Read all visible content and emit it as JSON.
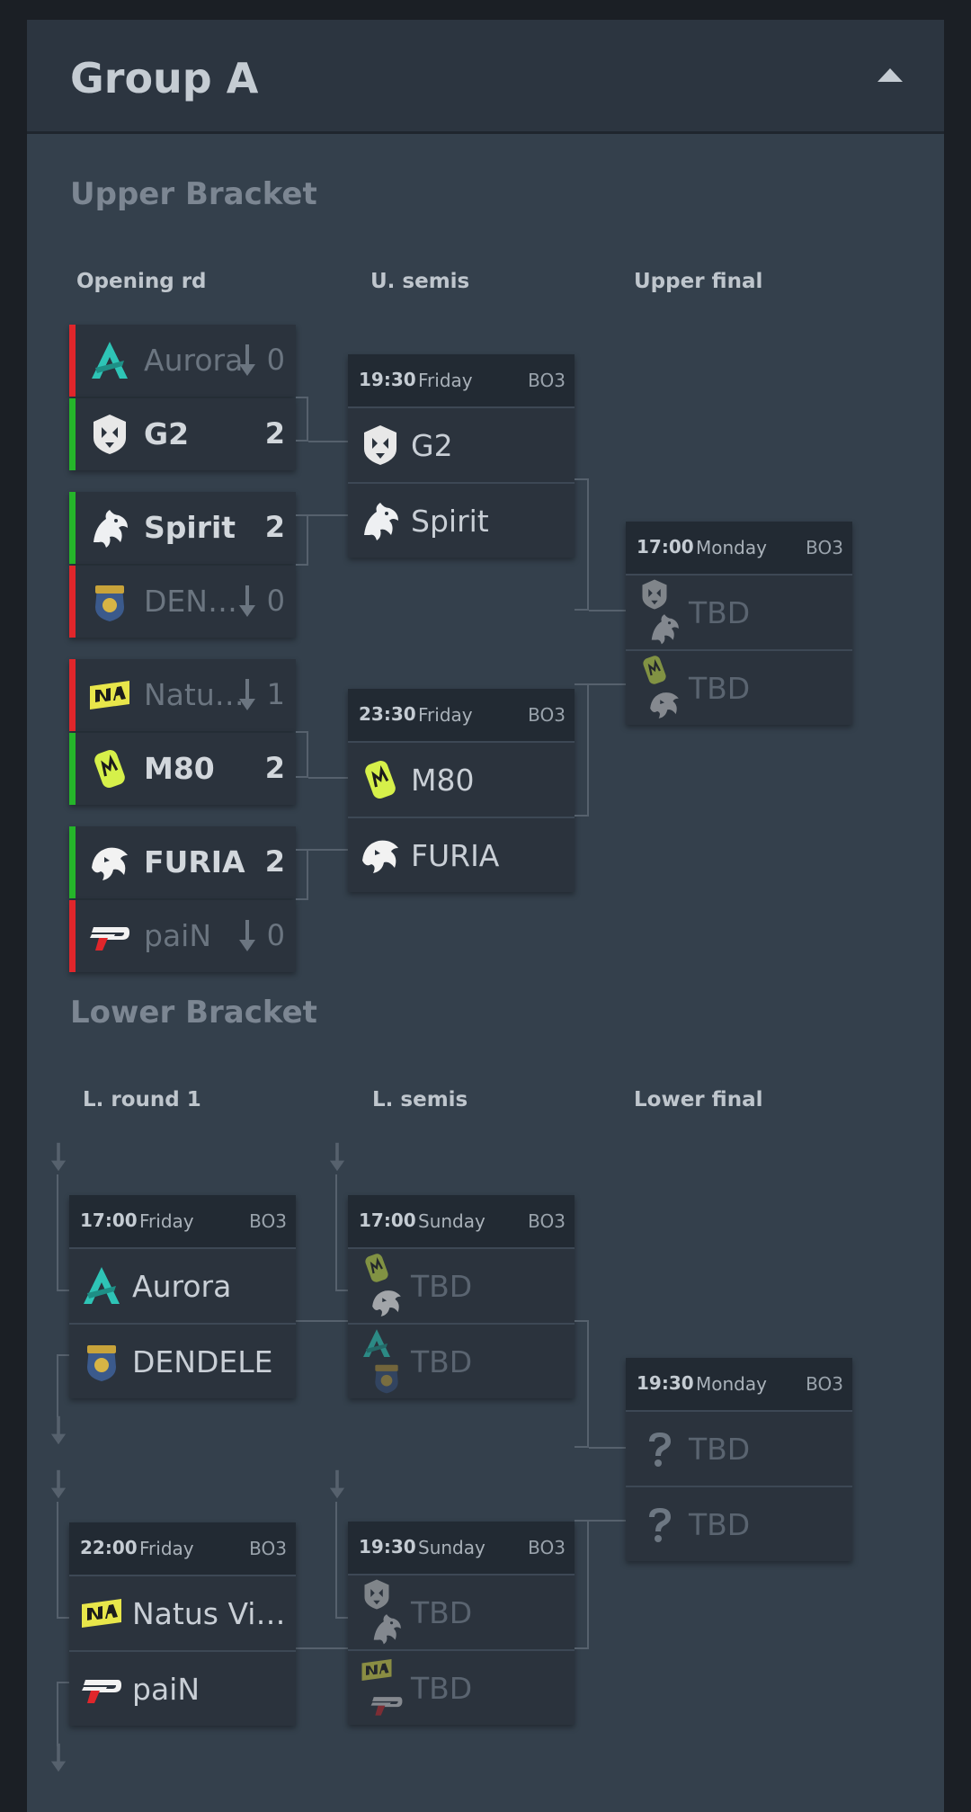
{
  "group": {
    "title": "Group A"
  },
  "upper": {
    "title": "Upper Bracket",
    "rounds": [
      "Opening rd",
      "U. semis",
      "Upper final"
    ],
    "opening": [
      {
        "name": "Aurora",
        "score": "0",
        "result": "lose",
        "logo": "aurora-logo"
      },
      {
        "name": "G2",
        "score": "2",
        "result": "win",
        "logo": "g2-logo"
      },
      {
        "name": "Spirit",
        "score": "2",
        "result": "win",
        "logo": "spirit-logo"
      },
      {
        "name": "DEN…",
        "score": "0",
        "result": "lose",
        "logo": "dendele-logo"
      },
      {
        "name": "Natu…",
        "score": "1",
        "result": "lose",
        "logo": "navi-logo"
      },
      {
        "name": "M80",
        "score": "2",
        "result": "win",
        "logo": "m80-logo"
      },
      {
        "name": "FURIA",
        "score": "2",
        "result": "win",
        "logo": "furia-logo"
      },
      {
        "name": "paiN",
        "score": "0",
        "result": "lose",
        "logo": "pain-logo"
      }
    ],
    "semis": [
      {
        "time": "19:30",
        "day": "Friday",
        "format": "BO3",
        "teams": [
          "G2",
          "Spirit"
        ]
      },
      {
        "time": "23:30",
        "day": "Friday",
        "format": "BO3",
        "teams": [
          "M80",
          "FURIA"
        ]
      }
    ],
    "final": {
      "time": "17:00",
      "day": "Monday",
      "format": "BO3",
      "teams": [
        "TBD",
        "TBD"
      ]
    }
  },
  "lower": {
    "title": "Lower Bracket",
    "rounds": [
      "L. round 1",
      "L. semis",
      "Lower final"
    ],
    "round1": [
      {
        "time": "17:00",
        "day": "Friday",
        "format": "BO3",
        "teams": [
          "Aurora",
          "DENDELE"
        ]
      },
      {
        "time": "22:00",
        "day": "Friday",
        "format": "BO3",
        "teams": [
          "Natus Vi…",
          "paiN"
        ]
      }
    ],
    "semis": [
      {
        "time": "17:00",
        "day": "Sunday",
        "format": "BO3",
        "teams": [
          "TBD",
          "TBD"
        ]
      },
      {
        "time": "19:30",
        "day": "Sunday",
        "format": "BO3",
        "teams": [
          "TBD",
          "TBD"
        ]
      }
    ],
    "final": {
      "time": "19:30",
      "day": "Monday",
      "format": "BO3",
      "teams": [
        "TBD",
        "TBD"
      ]
    }
  },
  "colors": {
    "win": "#25b52a",
    "lose": "#e0262b",
    "panel": "#34404c",
    "card": "#2b333d"
  }
}
